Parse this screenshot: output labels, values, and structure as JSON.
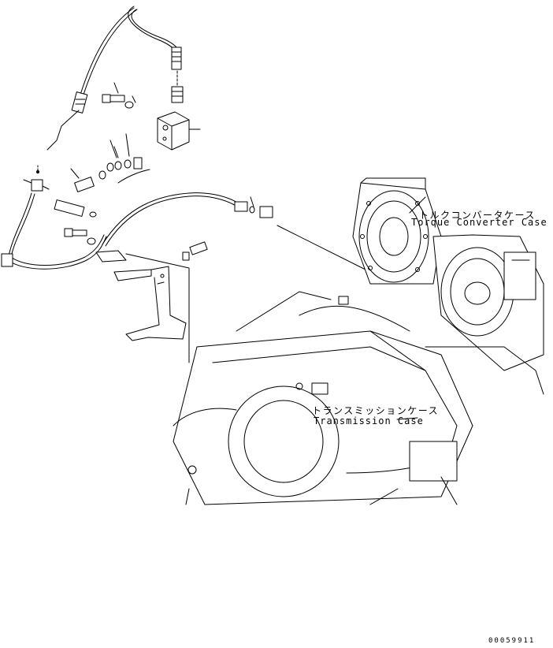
{
  "labels": {
    "torque_converter_case_jp": "トルクコンバータケース",
    "torque_converter_case_en": "Torque Converter Case",
    "transmission_case_jp": "トランスミッションケース",
    "transmission_case_en": "Transmission Case"
  },
  "figure_ref": "00059911",
  "colors": {
    "ink": "#000000",
    "paper": "#ffffff"
  }
}
